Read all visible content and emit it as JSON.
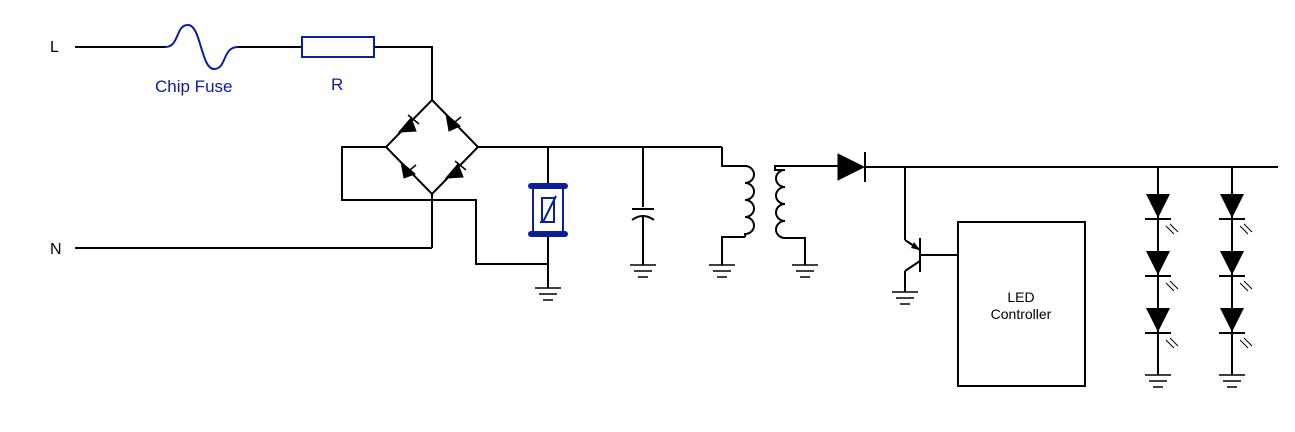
{
  "terminals": {
    "line": "L",
    "neutral": "N"
  },
  "components": {
    "fuse": {
      "label": "Chip Fuse"
    },
    "resistor": {
      "label": "R"
    },
    "controller": {
      "line1": "LED",
      "line2": "Controller"
    }
  },
  "colors": {
    "wire": "#000000",
    "highlight": "#0a1e9c"
  }
}
